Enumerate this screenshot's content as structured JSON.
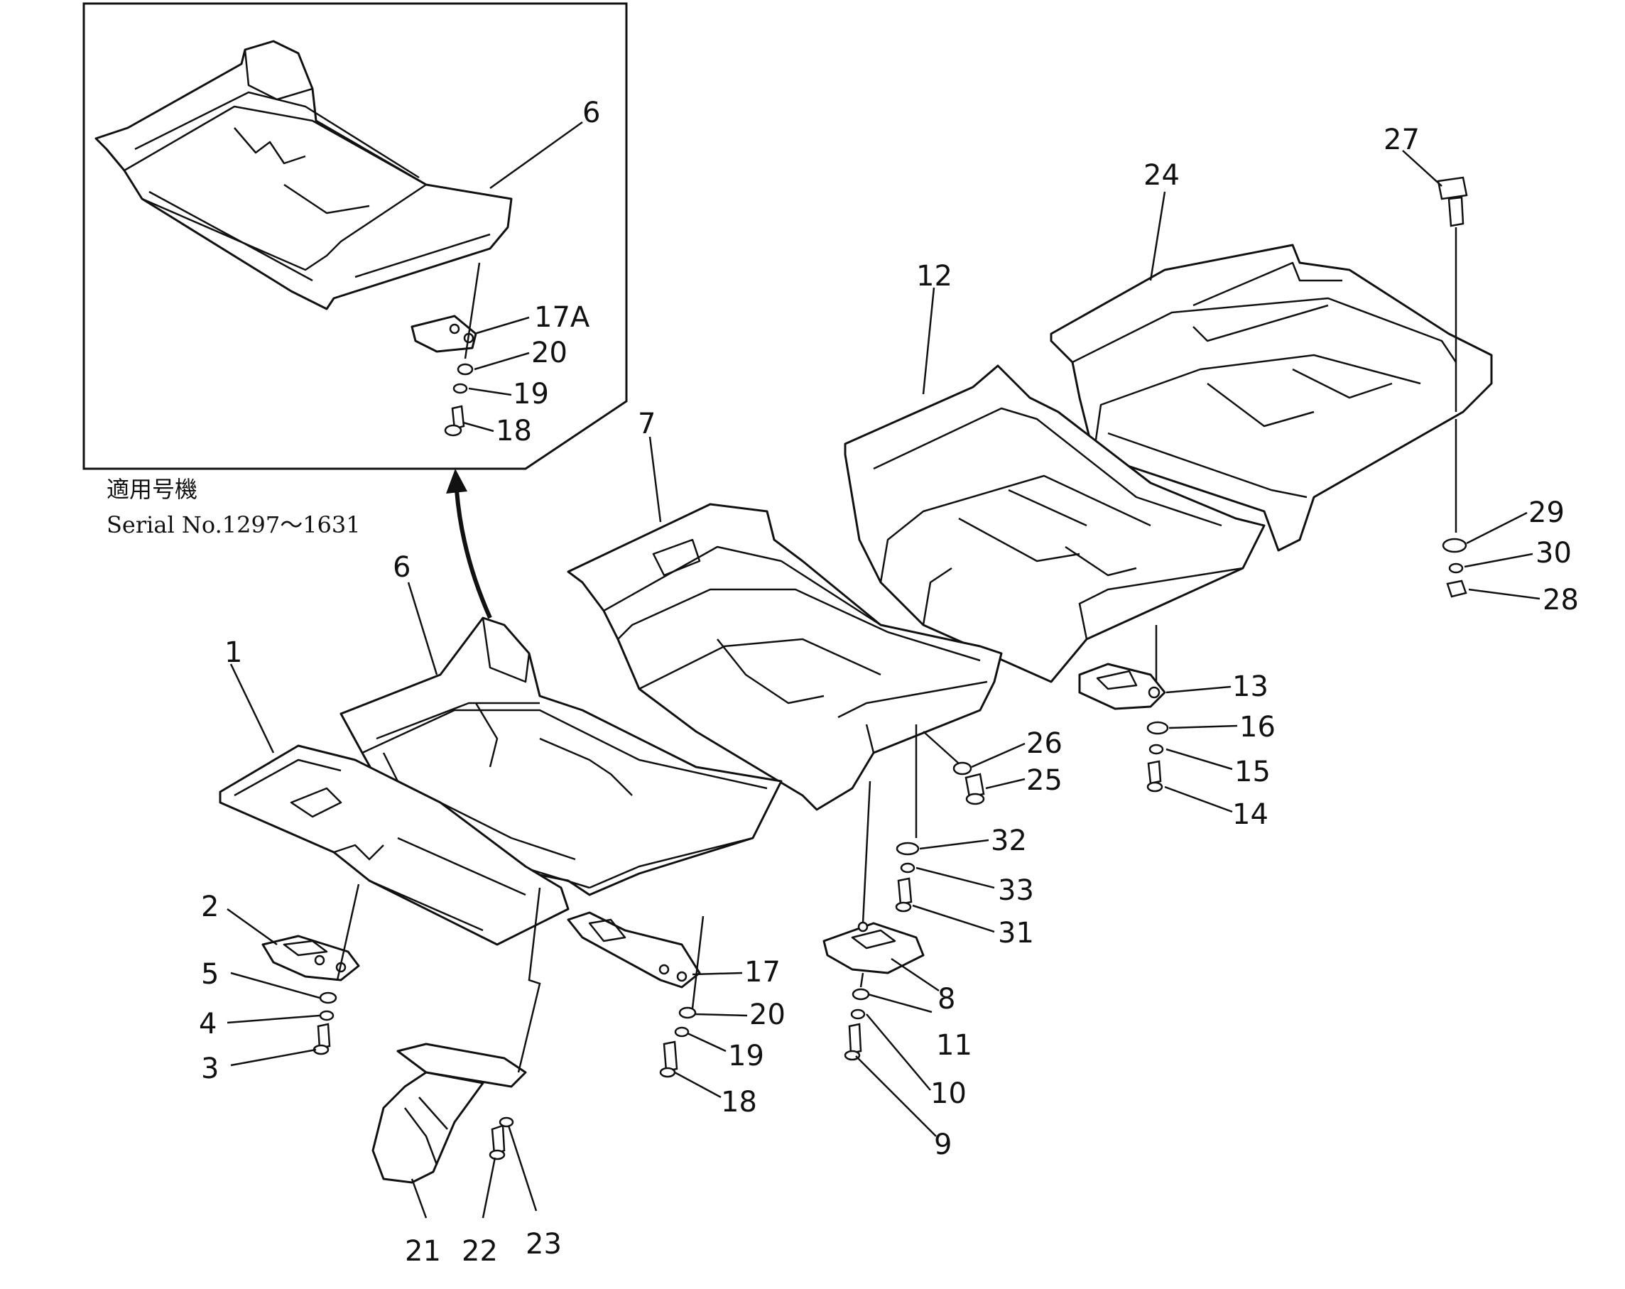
{
  "inset": {
    "note_line1": "適用号機",
    "note_line2": "Serial  No.1297～1631",
    "labels": [
      "6",
      "17A",
      "20",
      "19",
      "18"
    ]
  },
  "main_labels": {
    "p1": "1",
    "p2": "2",
    "p3": "3",
    "p4": "4",
    "p5": "5",
    "p6": "6",
    "p7": "7",
    "p8": "8",
    "p9": "9",
    "p10": "10",
    "p11": "11",
    "p12": "12",
    "p13": "13",
    "p14": "14",
    "p15": "15",
    "p16": "16",
    "p17": "17",
    "p18": "18",
    "p19": "19",
    "p20": "20",
    "p21": "21",
    "p22": "22",
    "p23": "23",
    "p24": "24",
    "p25": "25",
    "p26": "26",
    "p27": "27",
    "p28": "28",
    "p29": "29",
    "p30": "30",
    "p31": "31",
    "p32": "32",
    "p33": "33"
  },
  "colors": {
    "ink": "#111111",
    "paper": "#ffffff"
  }
}
